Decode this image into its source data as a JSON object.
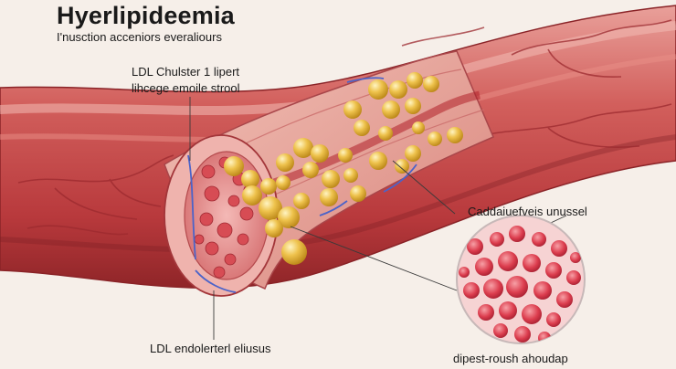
{
  "title": "Hyerlipideemia",
  "subtitle": "I'nusction acceniors everaliours",
  "labels": {
    "ldl_line1": "LDL Chulster 1 lipert",
    "ldl_line2": "lihcege emoile strool",
    "right_upper": "Caddaiuefveis unussel",
    "bottom_left": "LDL endolerterl eliusus",
    "bottom_right": "dipest-roush ahoudap"
  },
  "colors": {
    "artery": "#c9484a",
    "artery_light": "#e88a82",
    "plaque": "#e2b43c",
    "inset_bg": "#f7d4d4",
    "blood_cell": "#d8394a"
  }
}
